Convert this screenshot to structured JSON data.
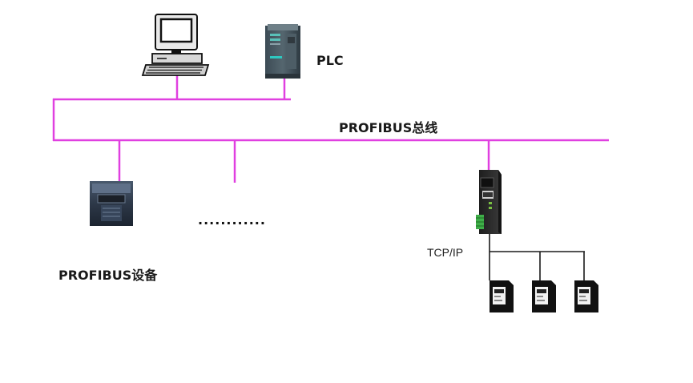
{
  "labels": {
    "plc": "PLC",
    "bus": "PROFIBUS总线",
    "devices": "PROFIBUS设备",
    "ellipsis": "............",
    "tcp_ip": "TCP/IP"
  },
  "colors": {
    "bus_line": "#e040e0",
    "ethernet_line": "#1a1a1a"
  },
  "icons": {
    "workstation": "computer-workstation-icon",
    "plc": "plc-module-icon",
    "profibus_device": "drive-device-icon",
    "gateway": "gateway-device-icon",
    "tcp_devices": "drive-device-icon"
  }
}
